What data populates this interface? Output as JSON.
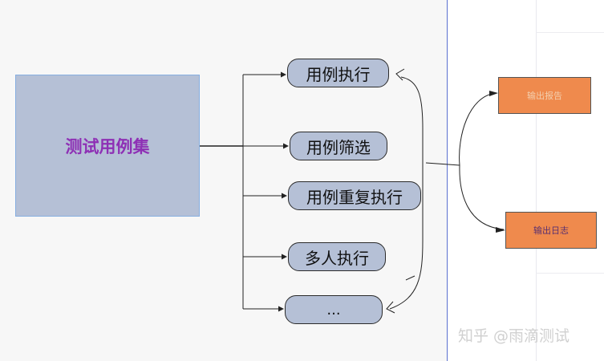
{
  "root": {
    "label": "测试用例集"
  },
  "branches": [
    {
      "label": "用例执行"
    },
    {
      "label": "用例筛选"
    },
    {
      "label": "用例重复执行"
    },
    {
      "label": "多人执行"
    },
    {
      "label": "..."
    }
  ],
  "outputs": [
    {
      "label": "输出报告"
    },
    {
      "label": "输出日志"
    }
  ],
  "watermark": "知乎 @雨滴测试",
  "colors": {
    "root_fill": "#b5c0d6",
    "root_text": "#8e30b5",
    "pill_fill": "#b5c0d6",
    "output_fill": "#ef8a4d",
    "divider": "#5a6fd0"
  }
}
